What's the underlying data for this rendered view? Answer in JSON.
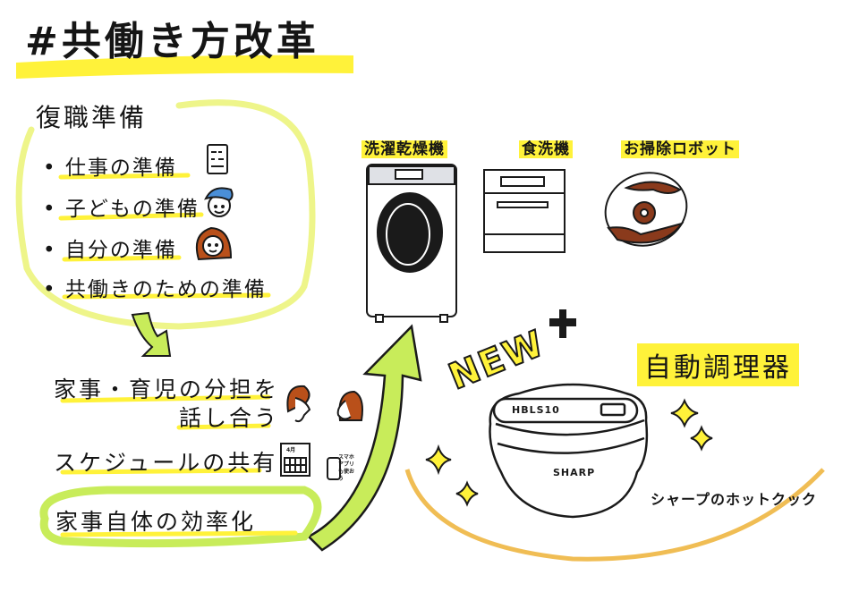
{
  "title": "#共働き方改革",
  "colors": {
    "highlight_yellow": "#fff23a",
    "lime_green": "#c8ec5a",
    "outline_yellow_green": "#eef58a",
    "orange_arc": "#f0bd54",
    "robot_brown": "#8a3a1c",
    "hair_brown": "#b9501a",
    "cap_blue": "#4a8fd8",
    "ink": "#1a1a1a"
  },
  "return_to_work": {
    "heading": "復職準備",
    "items": [
      {
        "label": "仕事の準備",
        "icon": "document-icon"
      },
      {
        "label": "子どもの準備",
        "icon": "child-with-cap-icon"
      },
      {
        "label": "自分の準備",
        "icon": "woman-face-icon"
      },
      {
        "label": "共働きのための準備",
        "icon": ""
      }
    ]
  },
  "steps": [
    {
      "line1": "家事・育児の分担を",
      "line2": "話し合う",
      "icon": "couple-talking-icon"
    },
    {
      "line1": "スケジュールの共有",
      "icon": "calendar-icon",
      "note": "スマホアプリも使おう"
    },
    {
      "line1": "家事自体の効率化"
    }
  ],
  "appliances": [
    {
      "label": "洗濯乾燥機",
      "icon": "washer-dryer-icon"
    },
    {
      "label": "食洗機",
      "icon": "dishwasher-icon"
    },
    {
      "label": "お掃除ロボット",
      "icon": "robot-vacuum-icon"
    }
  ],
  "new_badge": "NEW",
  "plus": "+",
  "featured": {
    "label": "自動調理器",
    "model": "HBLS10",
    "brand": "SHARP",
    "caption": "シャープのホットクック",
    "calendar_month": "4月"
  }
}
